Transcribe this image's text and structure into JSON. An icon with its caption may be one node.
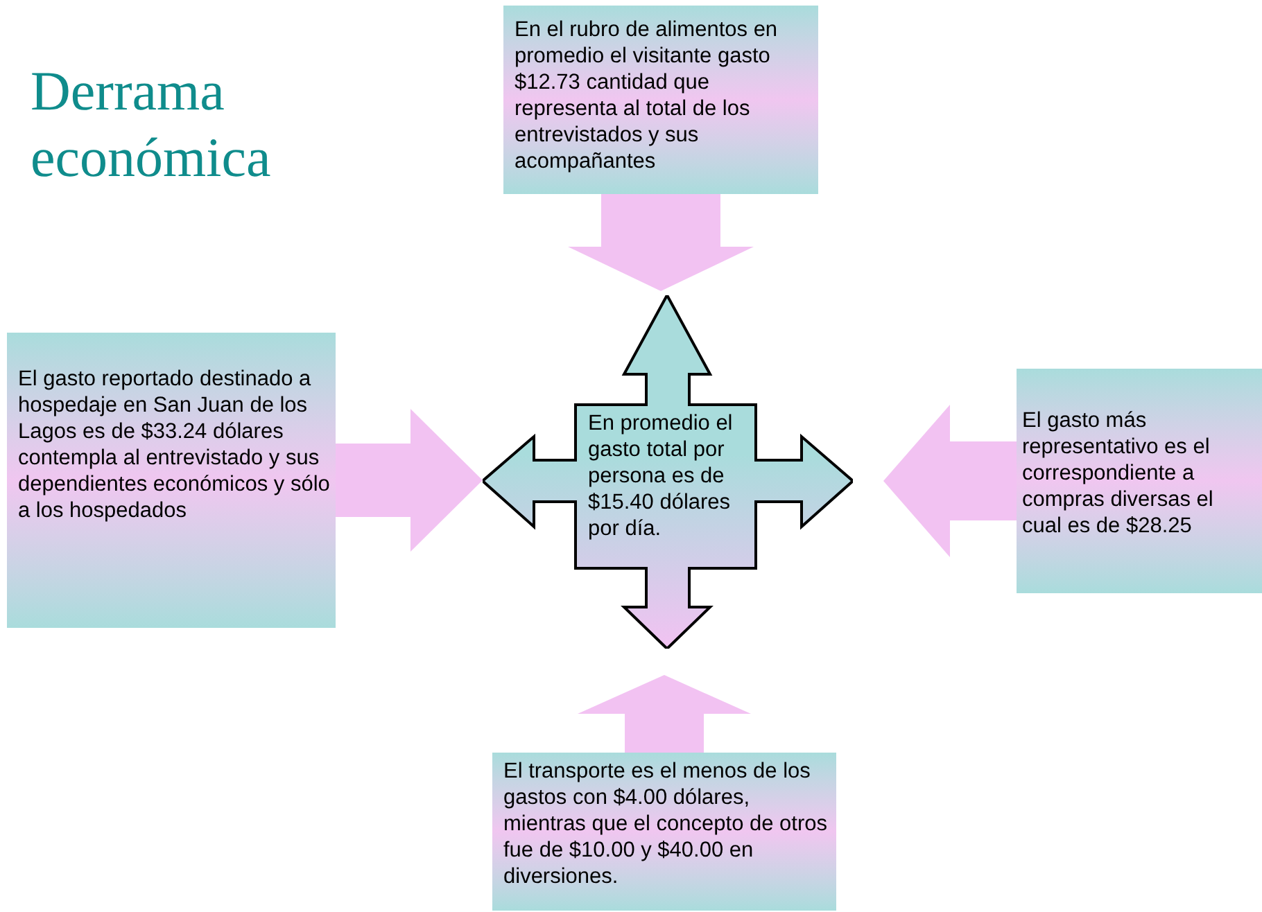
{
  "diagram": {
    "title": "Derrama económica",
    "nodes": [
      {
        "text": [
          "En el rubro de alimentos en promedio el visitante gasto $12.73 cantidad que representa al total de los entrevistados y sus acompañantes"
        ]
      },
      {
        "text": [
          "El gasto reportado destinado a  hospedaje en San Juan de los Lagos es de $33.24 dólares contempla al entrevistado y sus dependientes económicos y sólo a los hospedados"
        ]
      },
      {
        "text": [
          "En promedio el gasto total por persona es de $15.40 dólares por día."
        ]
      },
      {
        "text": [
          "El gasto más representativo es el correspondiente a compras  diversas el cual es de $28.25"
        ]
      },
      {
        "text": [
          "El transporte es el menos de los gastos con $4.00 dólares, mientras que el concepto de otros fue de $10.00 y $40.00 en diversiones."
        ]
      }
    ],
    "edges": [
      {
        "from": 0,
        "to": 2,
        "arrow": "to"
      },
      {
        "from": 1,
        "to": 2,
        "arrow": "to"
      },
      {
        "from": 3,
        "to": 2,
        "arrow": "to"
      },
      {
        "from": 4,
        "to": 2,
        "arrow": "to"
      }
    ]
  }
}
